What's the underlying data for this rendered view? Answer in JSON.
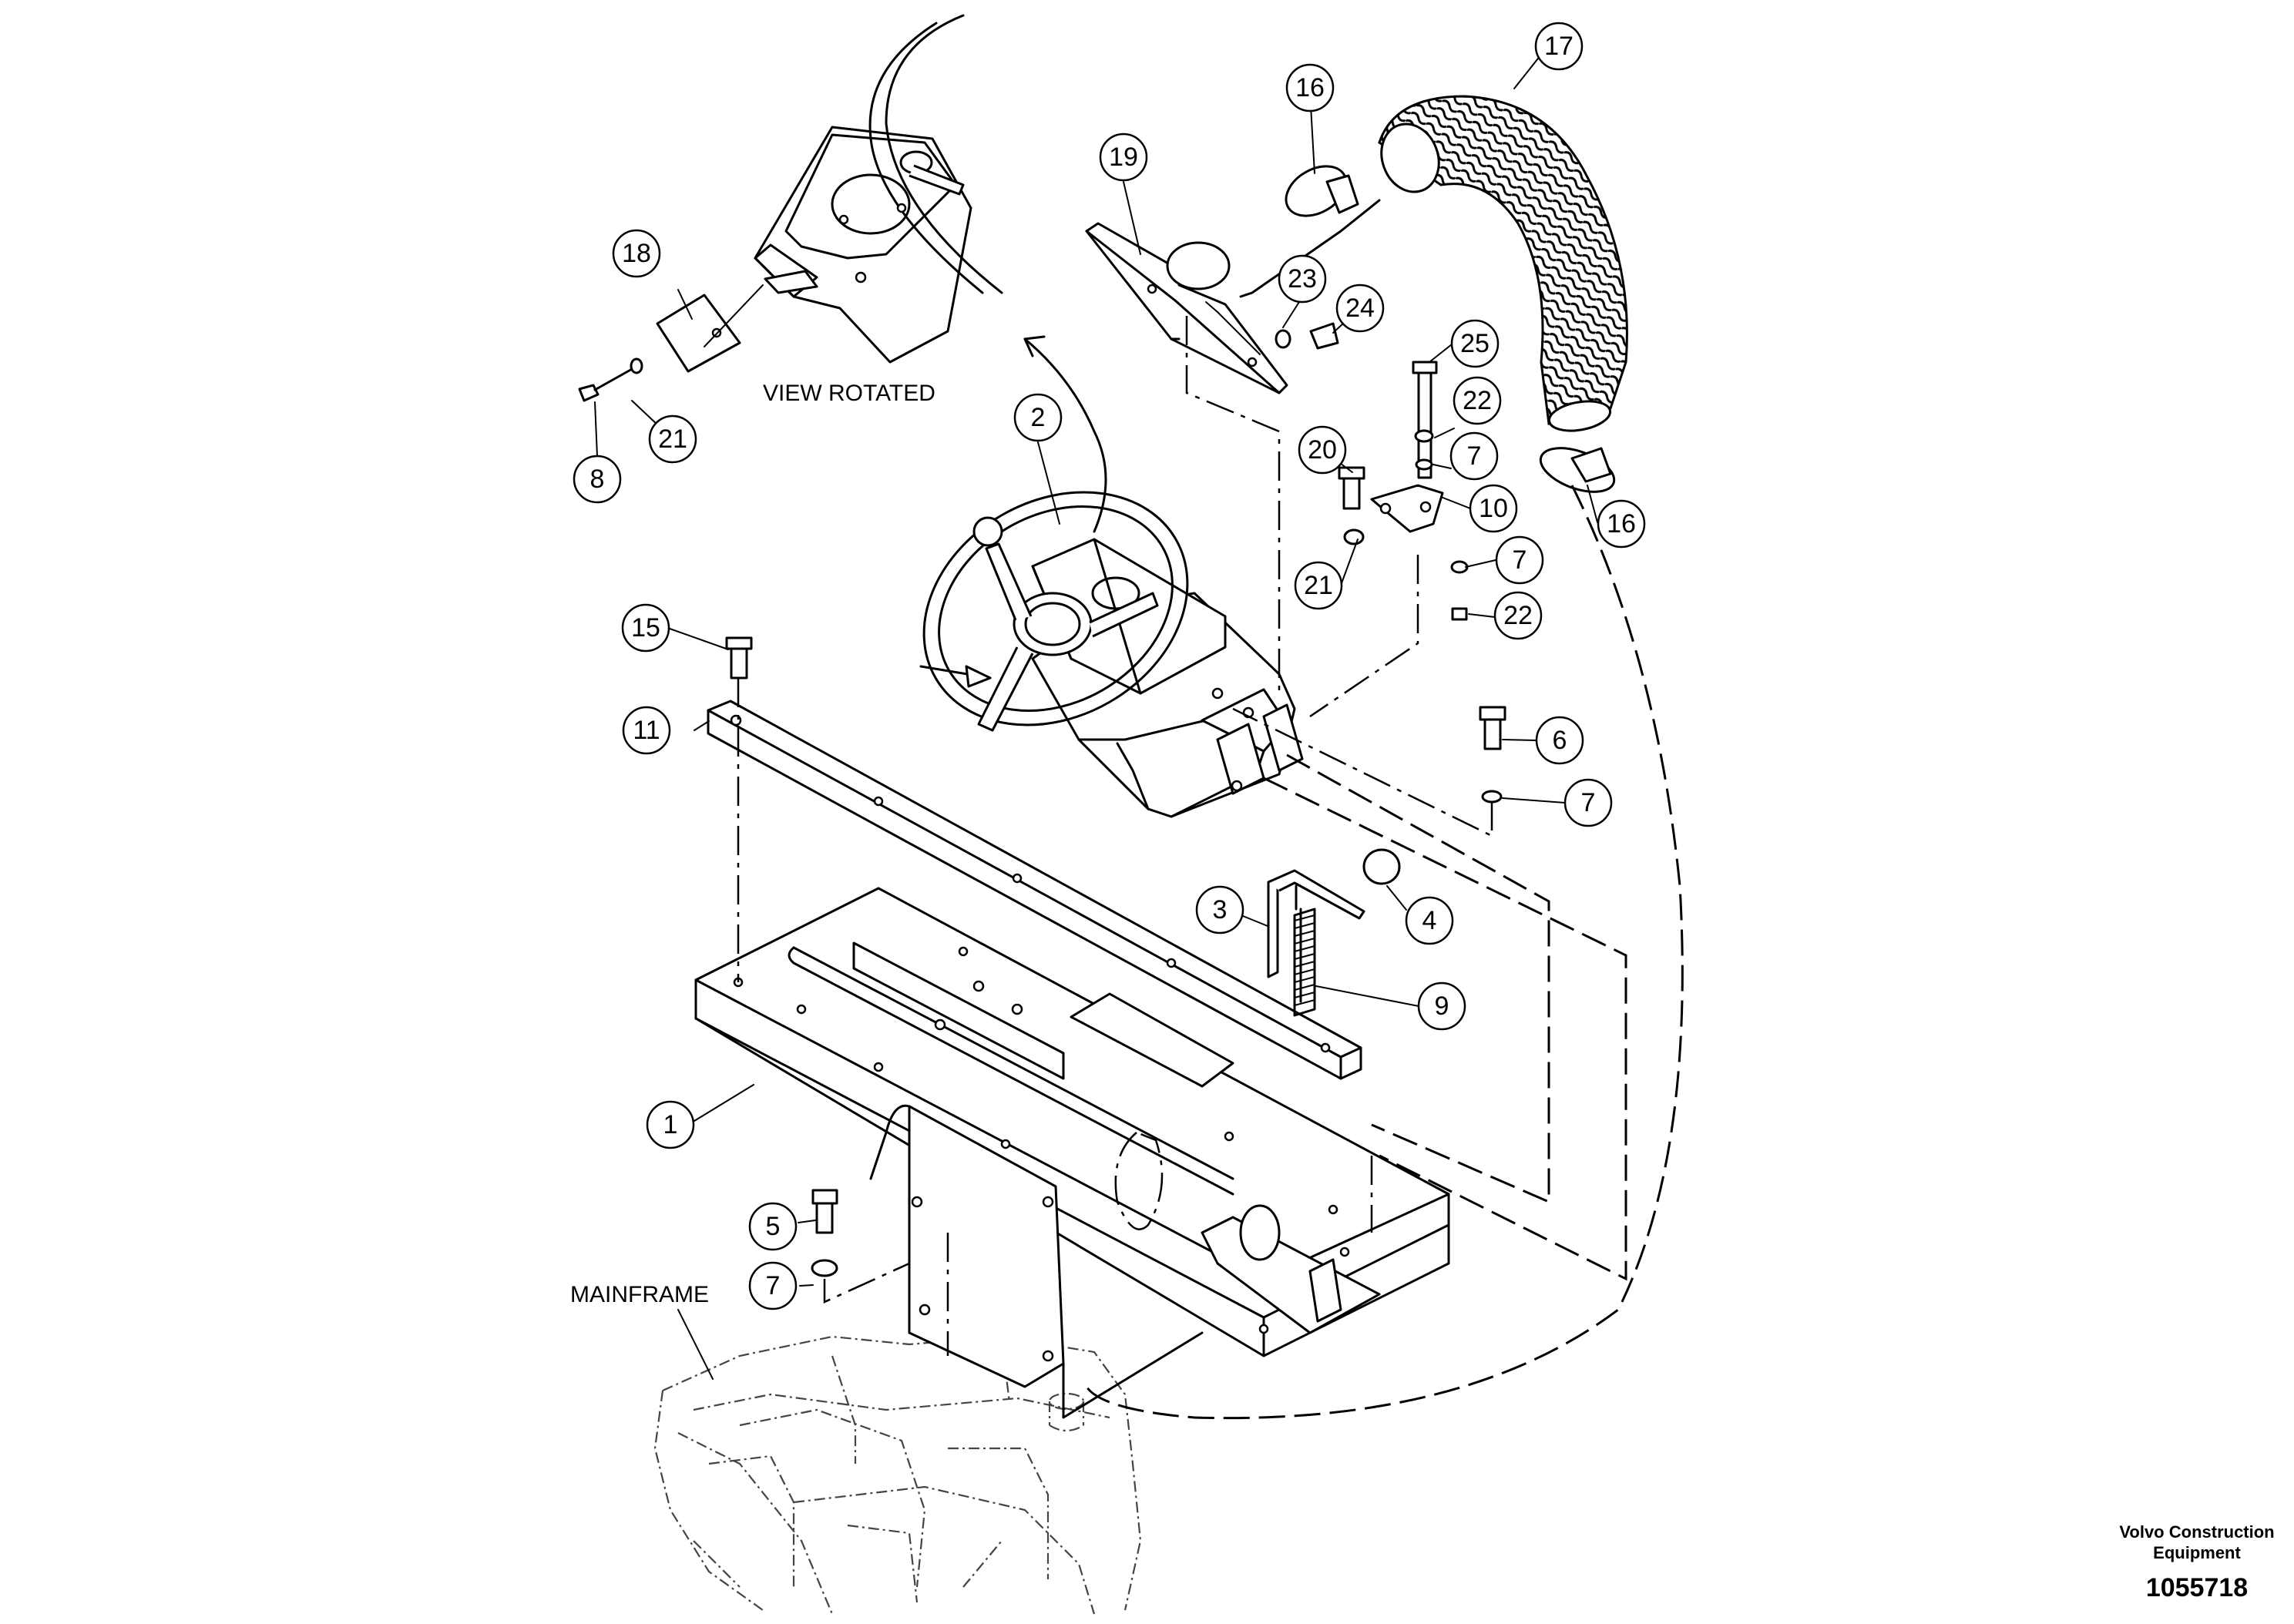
{
  "labels": {
    "view_rotated": "VIEW ROTATED",
    "mainframe": "MAINFRAME"
  },
  "footer": {
    "company_line1": "Volvo Construction",
    "company_line2": "Equipment",
    "drawing_number": "1055718"
  },
  "callouts": [
    {
      "id": "c17",
      "num": "17"
    },
    {
      "id": "c16a",
      "num": "16"
    },
    {
      "id": "c19",
      "num": "19"
    },
    {
      "id": "c18",
      "num": "18"
    },
    {
      "id": "c23",
      "num": "23"
    },
    {
      "id": "c24",
      "num": "24"
    },
    {
      "id": "c25",
      "num": "25"
    },
    {
      "id": "c2",
      "num": "2"
    },
    {
      "id": "c22a",
      "num": "22"
    },
    {
      "id": "c21a",
      "num": "21"
    },
    {
      "id": "c8",
      "num": "8"
    },
    {
      "id": "c20",
      "num": "20"
    },
    {
      "id": "c7a",
      "num": "7"
    },
    {
      "id": "c10",
      "num": "10"
    },
    {
      "id": "c16b",
      "num": "16"
    },
    {
      "id": "c7b",
      "num": "7"
    },
    {
      "id": "c21b",
      "num": "21"
    },
    {
      "id": "c22b",
      "num": "22"
    },
    {
      "id": "c15",
      "num": "15"
    },
    {
      "id": "c11",
      "num": "11"
    },
    {
      "id": "c6",
      "num": "6"
    },
    {
      "id": "c7c",
      "num": "7"
    },
    {
      "id": "c3",
      "num": "3"
    },
    {
      "id": "c4",
      "num": "4"
    },
    {
      "id": "c9",
      "num": "9"
    },
    {
      "id": "c1",
      "num": "1"
    },
    {
      "id": "c5",
      "num": "5"
    },
    {
      "id": "c7d",
      "num": "7"
    }
  ]
}
